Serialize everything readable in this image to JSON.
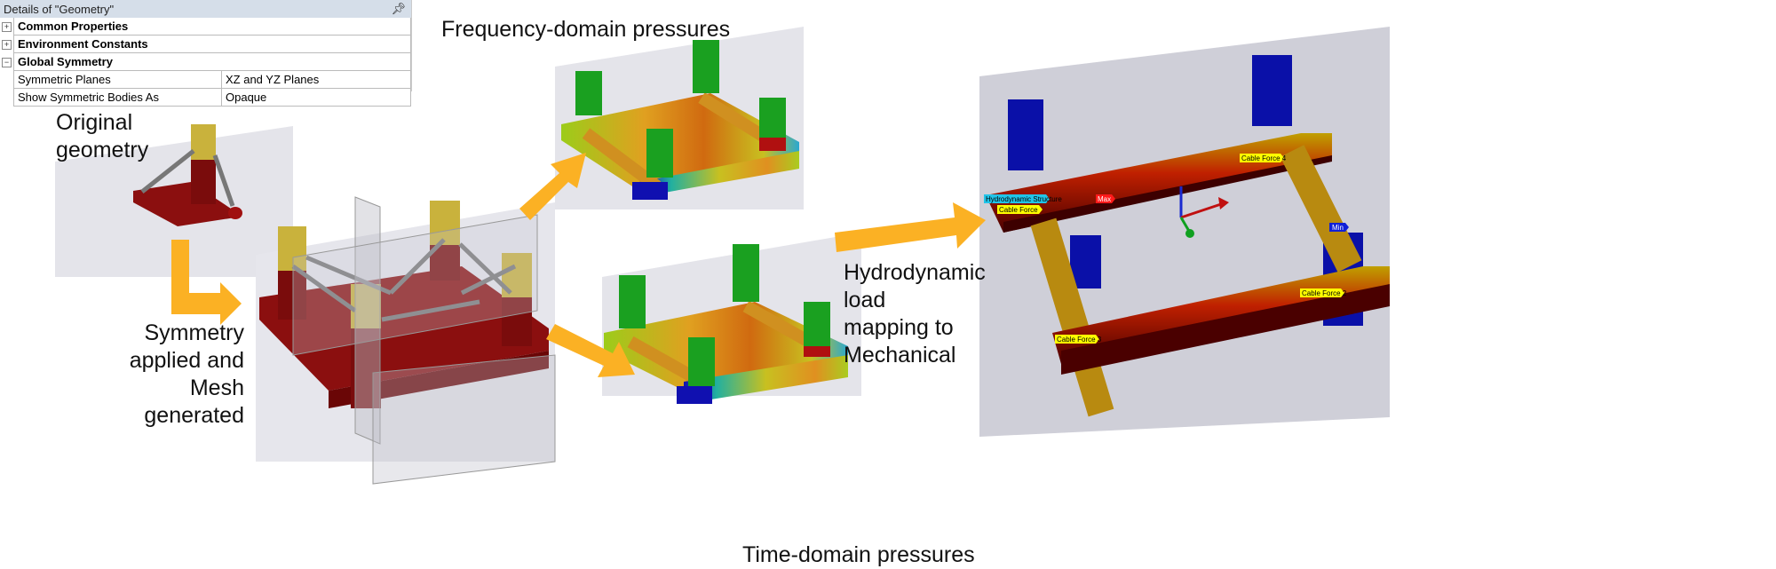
{
  "details": {
    "title": "Details of \"Geometry\"",
    "pin_icon": "pin-icon",
    "groups": [
      {
        "label": "Common Properties",
        "toggle": "+"
      },
      {
        "label": "Environment Constants",
        "toggle": "+"
      },
      {
        "label": "Global Symmetry",
        "toggle": "−"
      }
    ],
    "properties": [
      {
        "key": "Symmetric Planes",
        "value": "XZ and YZ Planes"
      },
      {
        "key": "Show Symmetric Bodies As",
        "value": "Opaque"
      }
    ]
  },
  "labels": {
    "original": "Original geometry",
    "symmetry": "Symmetry applied and Mesh generated",
    "frequency": "Frequency-domain pressures",
    "time": "Time-domain pressures",
    "mapping": "Hydrodynamic load mapping to Mechanical"
  },
  "tags": {
    "hydro": "Hydrodynamic Structure",
    "cable": "Cable Force",
    "max": "Max",
    "cable4": "Cable Force 4",
    "min": "Min",
    "cable2": "Cable Force 2",
    "cable3": "Cable Force 3"
  },
  "colors": {
    "arrow": "#fbb124",
    "structure": "#8b0f0f",
    "column": "#c9b23c",
    "panel": "#e4e4ea",
    "tag_yellow": "#ffff00",
    "tag_cyan": "#21c4e8",
    "tag_red": "#ff1a1a",
    "tag_blue": "#1020d8"
  }
}
